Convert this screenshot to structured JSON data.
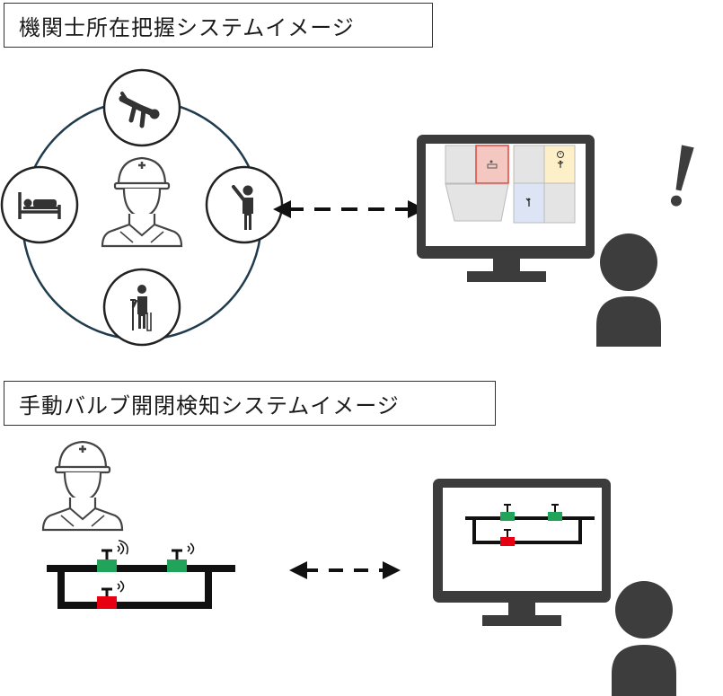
{
  "section1": {
    "title": "機関士所在把握システムイメージ"
  },
  "section2": {
    "title": "手動バルブ開閉検知システムイメージ"
  },
  "colors": {
    "ring": "#1f3b4d",
    "icon": "#333333",
    "monitor": "#3c3c3c",
    "person": "#3d3d3d",
    "valve_open": "#22a35a",
    "valve_closed": "#e60012",
    "room_alert": "#f4c7c0",
    "room_warn": "#fdf0c8",
    "room_info": "#dce4f5",
    "room_grey": "#e4e4e4"
  },
  "icons": {
    "center": "worker-helmet-icon",
    "top": "falling-person-icon",
    "left": "lying-in-bed-icon",
    "right": "raising-hand-icon",
    "bottom": "injured-crutch-icon",
    "alert": "exclamation-icon"
  },
  "valves": [
    {
      "id": "valve-1",
      "state": "open"
    },
    {
      "id": "valve-2",
      "state": "open"
    },
    {
      "id": "valve-3",
      "state": "closed"
    }
  ]
}
